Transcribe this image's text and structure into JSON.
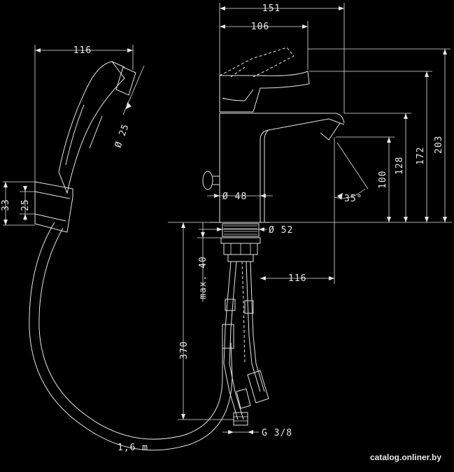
{
  "diagram": {
    "dimensions": {
      "overall_depth": "151",
      "lever_reach": "106",
      "hand_shower_length": "116",
      "hand_shower_diameter": "Ø 25",
      "holder_height": "33",
      "holder_inner": "25",
      "body_diameter": "Ø 48",
      "base_diameter": "Ø 52",
      "spout_reach": "116",
      "max_deck": "max. 40",
      "hose_length_supply": "370",
      "hose_length": "1,6 m",
      "thread": "G 3/8",
      "height_total": "203",
      "height_lever": "172",
      "height_spout_top": "128",
      "height_outlet": "100",
      "outlet_angle": "35°"
    },
    "watermark": "catalog.onliner.by"
  }
}
